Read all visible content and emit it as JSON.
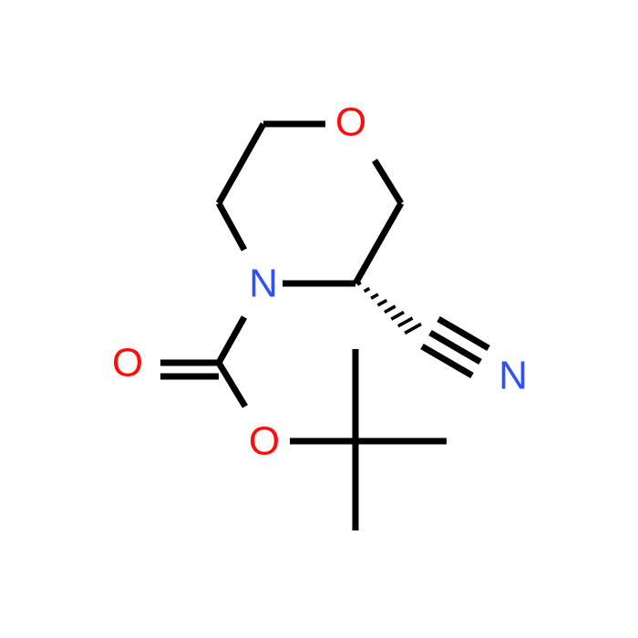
{
  "structure": {
    "atoms": [
      {
        "id": "ring-oxygen",
        "symbol": "O",
        "color": "#ff0d0d"
      },
      {
        "id": "ring-nitrogen",
        "symbol": "N",
        "color": "#3050f8"
      },
      {
        "id": "nitrile-nitrogen",
        "symbol": "N",
        "color": "#3050f8"
      },
      {
        "id": "carbonyl-oxygen",
        "symbol": "O",
        "color": "#ff0d0d"
      },
      {
        "id": "ester-oxygen",
        "symbol": "O",
        "color": "#ff0d0d"
      }
    ],
    "bond_color": "#000000"
  }
}
